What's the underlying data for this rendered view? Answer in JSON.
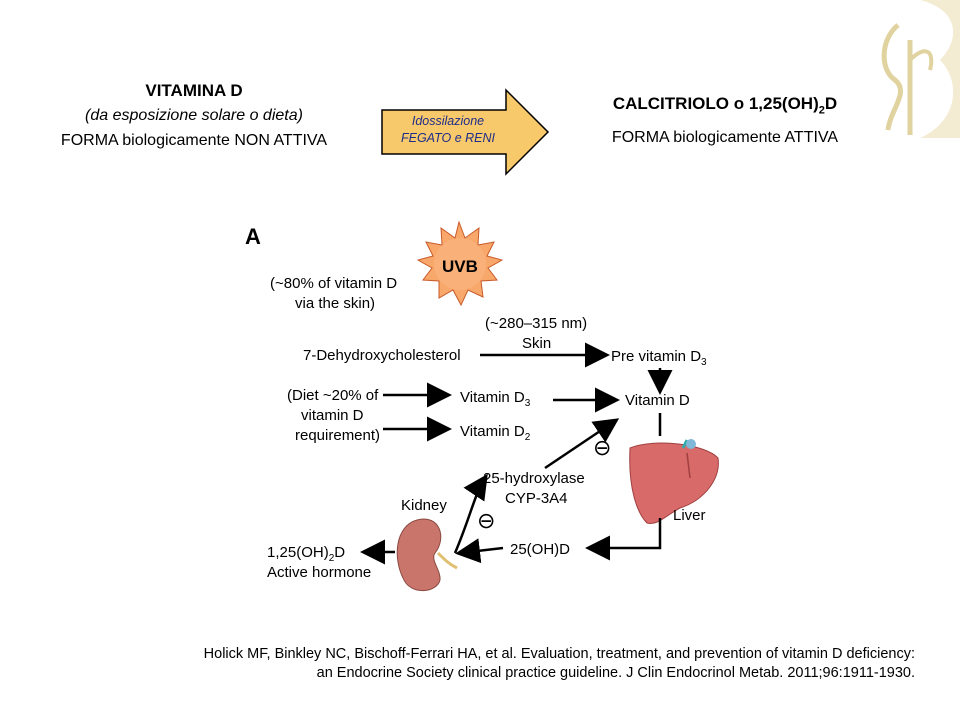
{
  "left": {
    "title": "VITAMINA D",
    "subtitle": "(da esposizione solare o dieta)",
    "status": "FORMA biologicamente NON ATTIVA"
  },
  "arrow": {
    "line1": "Idossilazione",
    "line2": "FEGATO e RENI"
  },
  "right": {
    "title_main": "CALCITRIOLO o 1,25(OH)",
    "title_sub": "2",
    "title_end": "D",
    "status": "FORMA biologicamente ATTIVA"
  },
  "figure": {
    "panel_letter": "A",
    "uvb": "UVB",
    "skin_pct_1": "(~80% of vitamin D",
    "skin_pct_2": "via the skin)",
    "wavelength": "(~280–315 nm)",
    "skin": "Skin",
    "dehydro": "7-Dehydroxycholesterol",
    "previt": "Pre vitamin D",
    "previt_sub": "3",
    "diet1": "(Diet ~20% of",
    "diet2": "vitamin D",
    "diet3": "requirement)",
    "vitd3": "Vitamin D",
    "vitd3_sub": "3",
    "vitd2": "Vitamin D",
    "vitd2_sub": "2",
    "vitd": "Vitamin D",
    "hydroxylase1": "25-hydroxylase",
    "hydroxylase2": "CYP-3A4",
    "kidney": "Kidney",
    "liver": "Liver",
    "ohd": "25(OH)D",
    "active1": "1,25(OH)",
    "active1_sub": "2",
    "active1_end": "D",
    "active2": "Active hormone",
    "minus": "⊖"
  },
  "citation": {
    "line1": "Holick MF, Binkley NC, Bischoff-Ferrari HA, et al. Evaluation, treatment, and prevention of vitamin D deficiency:",
    "line2": "an Endocrine Society clinical practice guideline. J Clin Endocrinol Metab. 2011;96:1911-1930."
  },
  "colors": {
    "arrow_fill": "#f7c96a",
    "sun_fill": "#f9a86b",
    "liver_fill": "#d96a6a",
    "kidney_fill": "#c9756c",
    "logo": "#e8dcae"
  }
}
